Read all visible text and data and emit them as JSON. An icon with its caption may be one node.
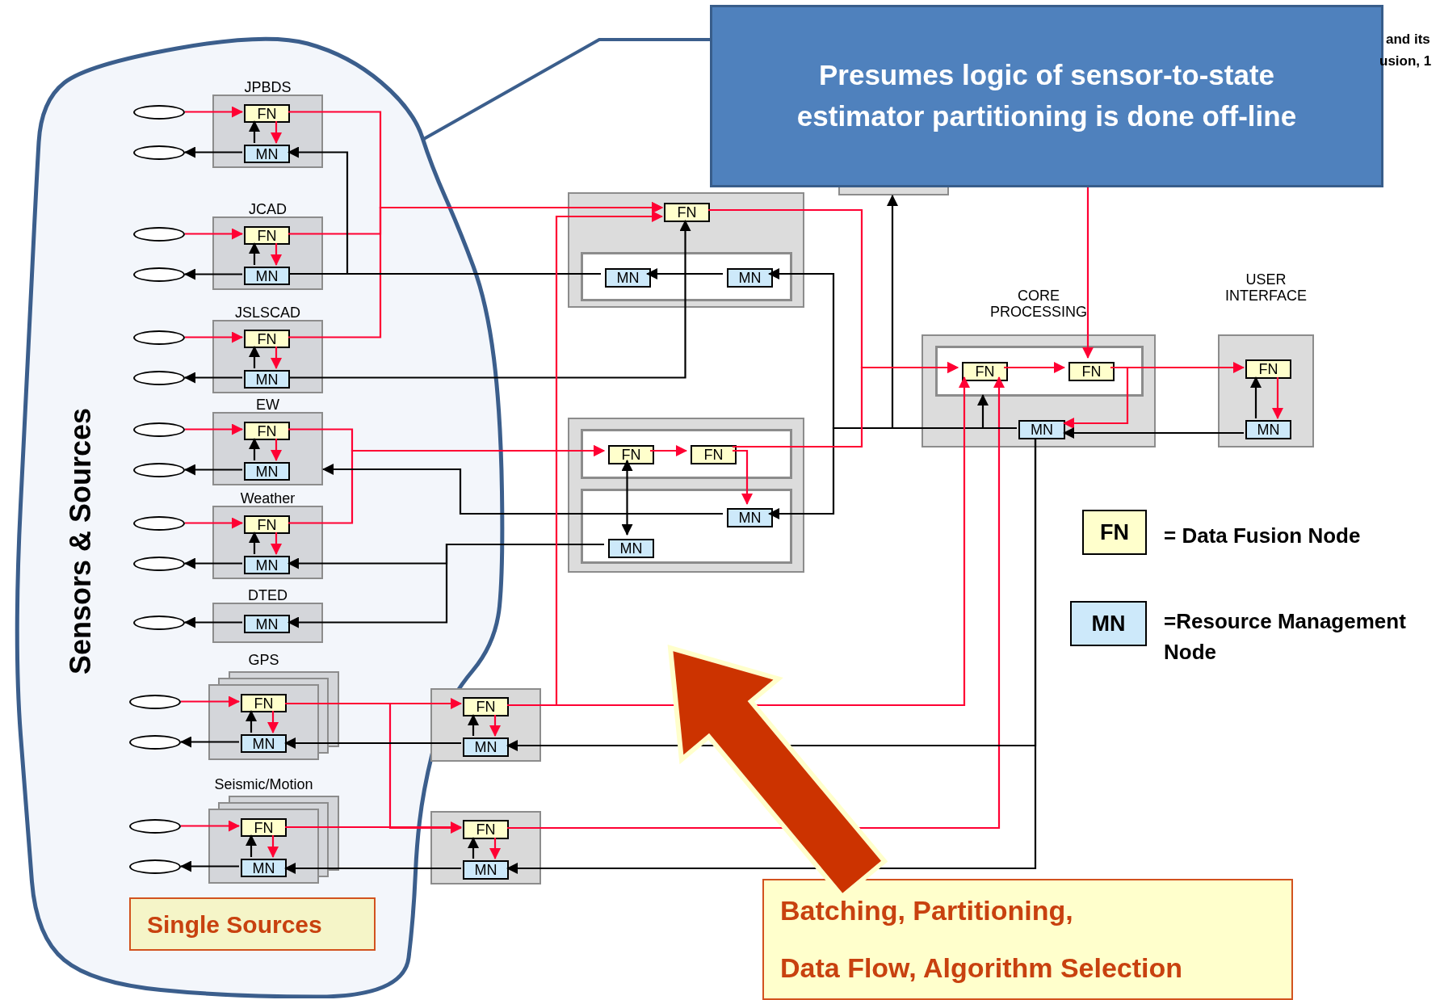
{
  "diagram": {
    "nodes": [
      {
        "text": [
          "Sensors & Sources"
        ]
      },
      {
        "text": [
          "Single Sources"
        ],
        "in": 0
      },
      {
        "text": [
          "JPBDS"
        ],
        "in": 0
      },
      {
        "text": [
          "FN"
        ],
        "in": 2
      },
      {
        "text": [
          "MN"
        ],
        "in": 2
      },
      {
        "text": [],
        "shape": "ellipse",
        "in": 0
      },
      {
        "text": [],
        "shape": "ellipse",
        "in": 0
      },
      {
        "text": [
          "JCAD"
        ],
        "in": 0
      },
      {
        "text": [
          "FN"
        ],
        "in": 7
      },
      {
        "text": [
          "MN"
        ],
        "in": 7
      },
      {
        "text": [],
        "shape": "ellipse",
        "in": 0
      },
      {
        "text": [],
        "shape": "ellipse",
        "in": 0
      },
      {
        "text": [
          "JSLSCAD"
        ],
        "in": 0
      },
      {
        "text": [
          "FN"
        ],
        "in": 12
      },
      {
        "text": [
          "MN"
        ],
        "in": 12
      },
      {
        "text": [],
        "shape": "ellipse",
        "in": 0
      },
      {
        "text": [],
        "shape": "ellipse",
        "in": 0
      },
      {
        "text": [
          "EW"
        ],
        "in": 0
      },
      {
        "text": [
          "FN"
        ],
        "in": 17
      },
      {
        "text": [
          "MN"
        ],
        "in": 17
      },
      {
        "text": [],
        "shape": "ellipse",
        "in": 0
      },
      {
        "text": [],
        "shape": "ellipse",
        "in": 0
      },
      {
        "text": [
          "Weather"
        ],
        "in": 0
      },
      {
        "text": [
          "FN"
        ],
        "in": 22
      },
      {
        "text": [
          "MN"
        ],
        "in": 22
      },
      {
        "text": [],
        "shape": "ellipse",
        "in": 0
      },
      {
        "text": [],
        "shape": "ellipse",
        "in": 0
      },
      {
        "text": [
          "DTED"
        ],
        "in": 0
      },
      {
        "text": [
          "MN"
        ],
        "in": 27
      },
      {
        "text": [],
        "shape": "ellipse",
        "in": 0
      },
      {
        "text": [
          "GPS"
        ],
        "in": 0
      },
      {
        "text": [
          "FN"
        ],
        "in": 30
      },
      {
        "text": [
          "MN"
        ],
        "in": 30
      },
      {
        "text": [],
        "shape": "ellipse",
        "in": 0
      },
      {
        "text": [],
        "shape": "ellipse",
        "in": 0
      },
      {
        "text": [
          "Seismic/Motion"
        ],
        "in": 0
      },
      {
        "text": [
          "FN"
        ],
        "in": 35
      },
      {
        "text": [
          "MN"
        ],
        "in": 35
      },
      {
        "text": [],
        "shape": "ellipse",
        "in": 0
      },
      {
        "text": [],
        "shape": "ellipse",
        "in": 0
      },
      {
        "text": [],
        "shape": "box"
      },
      {
        "text": [
          "FN"
        ],
        "in": 40
      },
      {
        "text": [],
        "shape": "box",
        "in": 40
      },
      {
        "text": [
          "MN"
        ],
        "in": 42
      },
      {
        "text": [
          "MN"
        ],
        "in": 42
      },
      {
        "text": [],
        "shape": "box"
      },
      {
        "text": [],
        "shape": "box",
        "in": 45
      },
      {
        "text": [
          "FN"
        ],
        "in": 46
      },
      {
        "text": [
          "FN"
        ],
        "in": 46
      },
      {
        "text": [],
        "shape": "box",
        "in": 45
      },
      {
        "text": [
          "MN"
        ],
        "in": 49
      },
      {
        "text": [
          "MN"
        ],
        "in": 49
      },
      {
        "text": [],
        "shape": "box"
      },
      {
        "text": [
          "FN"
        ],
        "in": 52
      },
      {
        "text": [
          "MN"
        ],
        "in": 52
      },
      {
        "text": [],
        "shape": "box"
      },
      {
        "text": [
          "FN"
        ],
        "in": 55
      },
      {
        "text": [
          "MN"
        ],
        "in": 55
      },
      {
        "text": [],
        "shape": "box"
      },
      {
        "text": [
          "CORE PROCESSING"
        ]
      },
      {
        "text": [],
        "shape": "box",
        "in": 59
      },
      {
        "text": [
          "FN"
        ],
        "in": 60
      },
      {
        "text": [
          "FN"
        ],
        "in": 60
      },
      {
        "text": [
          "MN"
        ],
        "in": 59
      },
      {
        "text": [
          "USER INTERFACE"
        ]
      },
      {
        "text": [
          "FN"
        ],
        "in": 64
      },
      {
        "text": [
          "MN"
        ],
        "in": 64
      },
      {
        "text": [
          "Presumes logic of sensor-to-state estimator partitioning is done off-line"
        ]
      },
      {
        "text": [
          "Batching, Partitioning,",
          "Data Flow, Algorithm Selection"
        ]
      }
    ],
    "edges": [
      {
        "from": 5,
        "to": 3,
        "arrow": "to"
      },
      {
        "from": 3,
        "to": 4,
        "arrow": "to"
      },
      {
        "from": 4,
        "to": 3,
        "arrow": "to",
        "color": "#000000"
      },
      {
        "from": 4,
        "to": 6,
        "arrow": "to",
        "color": "#000000"
      },
      {
        "from": 10,
        "to": 8,
        "arrow": "to"
      },
      {
        "from": 8,
        "to": 9,
        "arrow": "to"
      },
      {
        "from": 9,
        "to": 8,
        "arrow": "to",
        "color": "#000000"
      },
      {
        "from": 9,
        "to": 11,
        "arrow": "to",
        "color": "#000000"
      },
      {
        "from": 15,
        "to": 13,
        "arrow": "to"
      },
      {
        "from": 13,
        "to": 14,
        "arrow": "to"
      },
      {
        "from": 14,
        "to": 13,
        "arrow": "to",
        "color": "#000000"
      },
      {
        "from": 14,
        "to": 16,
        "arrow": "to",
        "color": "#000000"
      },
      {
        "from": 20,
        "to": 18,
        "arrow": "to"
      },
      {
        "from": 18,
        "to": 19,
        "arrow": "to"
      },
      {
        "from": 19,
        "to": 18,
        "arrow": "to",
        "color": "#000000"
      },
      {
        "from": 19,
        "to": 21,
        "arrow": "to",
        "color": "#000000"
      },
      {
        "from": 25,
        "to": 23,
        "arrow": "to"
      },
      {
        "from": 23,
        "to": 24,
        "arrow": "to"
      },
      {
        "from": 24,
        "to": 23,
        "arrow": "to",
        "color": "#000000"
      },
      {
        "from": 24,
        "to": 26,
        "arrow": "to",
        "color": "#000000"
      },
      {
        "from": 28,
        "to": 29,
        "arrow": "to",
        "color": "#000000"
      },
      {
        "from": 33,
        "to": 31,
        "arrow": "to"
      },
      {
        "from": 31,
        "to": 32,
        "arrow": "to"
      },
      {
        "from": 32,
        "to": 31,
        "arrow": "to",
        "color": "#000000"
      },
      {
        "from": 32,
        "to": 34,
        "arrow": "to",
        "color": "#000000"
      },
      {
        "from": 38,
        "to": 36,
        "arrow": "to"
      },
      {
        "from": 36,
        "to": 37,
        "arrow": "to"
      },
      {
        "from": 37,
        "to": 36,
        "arrow": "to",
        "color": "#000000"
      },
      {
        "from": 37,
        "to": 39,
        "arrow": "to",
        "color": "#000000"
      },
      {
        "from": 53,
        "to": 54,
        "arrow": "to"
      },
      {
        "from": 54,
        "to": 53,
        "arrow": "to",
        "color": "#000000"
      },
      {
        "from": 56,
        "to": 57,
        "arrow": "to"
      },
      {
        "from": 57,
        "to": 56,
        "arrow": "to",
        "color": "#000000"
      },
      {
        "from": 3,
        "to": 41,
        "arrow": "to"
      },
      {
        "from": 8,
        "to": 41,
        "arrow": "to"
      },
      {
        "from": 13,
        "to": 41,
        "arrow": "to"
      },
      {
        "from": 14,
        "to": 41,
        "arrow": "to",
        "color": "#000000"
      },
      {
        "from": 44,
        "to": 43,
        "arrow": "to",
        "color": "#000000"
      },
      {
        "from": 43,
        "to": 4,
        "arrow": "to",
        "color": "#000000"
      },
      {
        "from": 43,
        "to": 9,
        "arrow": "none",
        "color": "#000000"
      },
      {
        "from": 63,
        "to": 44,
        "arrow": "to",
        "color": "#000000"
      },
      {
        "from": 63,
        "to": 50,
        "arrow": "to",
        "color": "#000000"
      },
      {
        "from": 63,
        "to": 58,
        "arrow": "to",
        "color": "#000000"
      },
      {
        "from": 18,
        "to": 47,
        "arrow": "to"
      },
      {
        "from": 23,
        "to": 47,
        "arrow": "to"
      },
      {
        "from": 47,
        "to": 48,
        "arrow": "to"
      },
      {
        "from": 48,
        "to": 50,
        "arrow": "to"
      },
      {
        "from": 48,
        "to": 61,
        "arrow": "to"
      },
      {
        "from": 41,
        "to": 61,
        "arrow": "to"
      },
      {
        "from": 47,
        "to": 51,
        "arrow": "both",
        "color": "#000000"
      },
      {
        "from": 50,
        "to": 17,
        "arrow": "to",
        "color": "#000000"
      },
      {
        "from": 51,
        "to": 28,
        "arrow": "to",
        "color": "#000000"
      },
      {
        "from": 51,
        "to": 24,
        "arrow": "to",
        "color": "#000000"
      },
      {
        "from": 31,
        "to": 53,
        "arrow": "to"
      },
      {
        "from": 31,
        "to": 56,
        "arrow": "to"
      },
      {
        "from": 36,
        "to": 56,
        "arrow": "to"
      },
      {
        "from": 53,
        "to": 41,
        "arrow": "to"
      },
      {
        "from": 53,
        "to": 61,
        "arrow": "to"
      },
      {
        "from": 56,
        "to": 61,
        "arrow": "to"
      },
      {
        "from": 63,
        "to": 54,
        "arrow": "to",
        "color": "#000000"
      },
      {
        "from": 63,
        "to": 57,
        "arrow": "to",
        "color": "#000000"
      },
      {
        "from": 54,
        "to": 32,
        "arrow": "to",
        "color": "#000000"
      },
      {
        "from": 57,
        "to": 37,
        "arrow": "to",
        "color": "#000000"
      },
      {
        "from": 61,
        "to": 62,
        "arrow": "to"
      },
      {
        "from": 62,
        "to": 65,
        "arrow": "to"
      },
      {
        "from": 62,
        "to": 63,
        "arrow": "to"
      },
      {
        "from": 63,
        "to": 60,
        "arrow": "to",
        "color": "#000000"
      },
      {
        "from": 66,
        "to": 65,
        "arrow": "to",
        "color": "#000000"
      },
      {
        "from": 65,
        "to": 66,
        "arrow": "to"
      },
      {
        "from": 66,
        "to": 63,
        "arrow": "to",
        "color": "#000000"
      },
      {
        "from": 67,
        "to": 62,
        "arrow": "to"
      },
      {
        "from": 67,
        "to": 0,
        "arrow": "none",
        "color": "#3b5e8c"
      },
      {
        "from": 68,
        "to": null,
        "arrow": "to",
        "style": "thick",
        "color": "#cc3300"
      }
    ],
    "labels": [
      "and its",
      "usion, 1",
      "FN",
      "MN"
    ],
    "legend": [
      {
        "text": "= Data Fusion Node",
        "color": "#ffffcc"
      },
      {
        "text": "=Resource Management Node",
        "color": "#cde9fa"
      }
    ]
  }
}
